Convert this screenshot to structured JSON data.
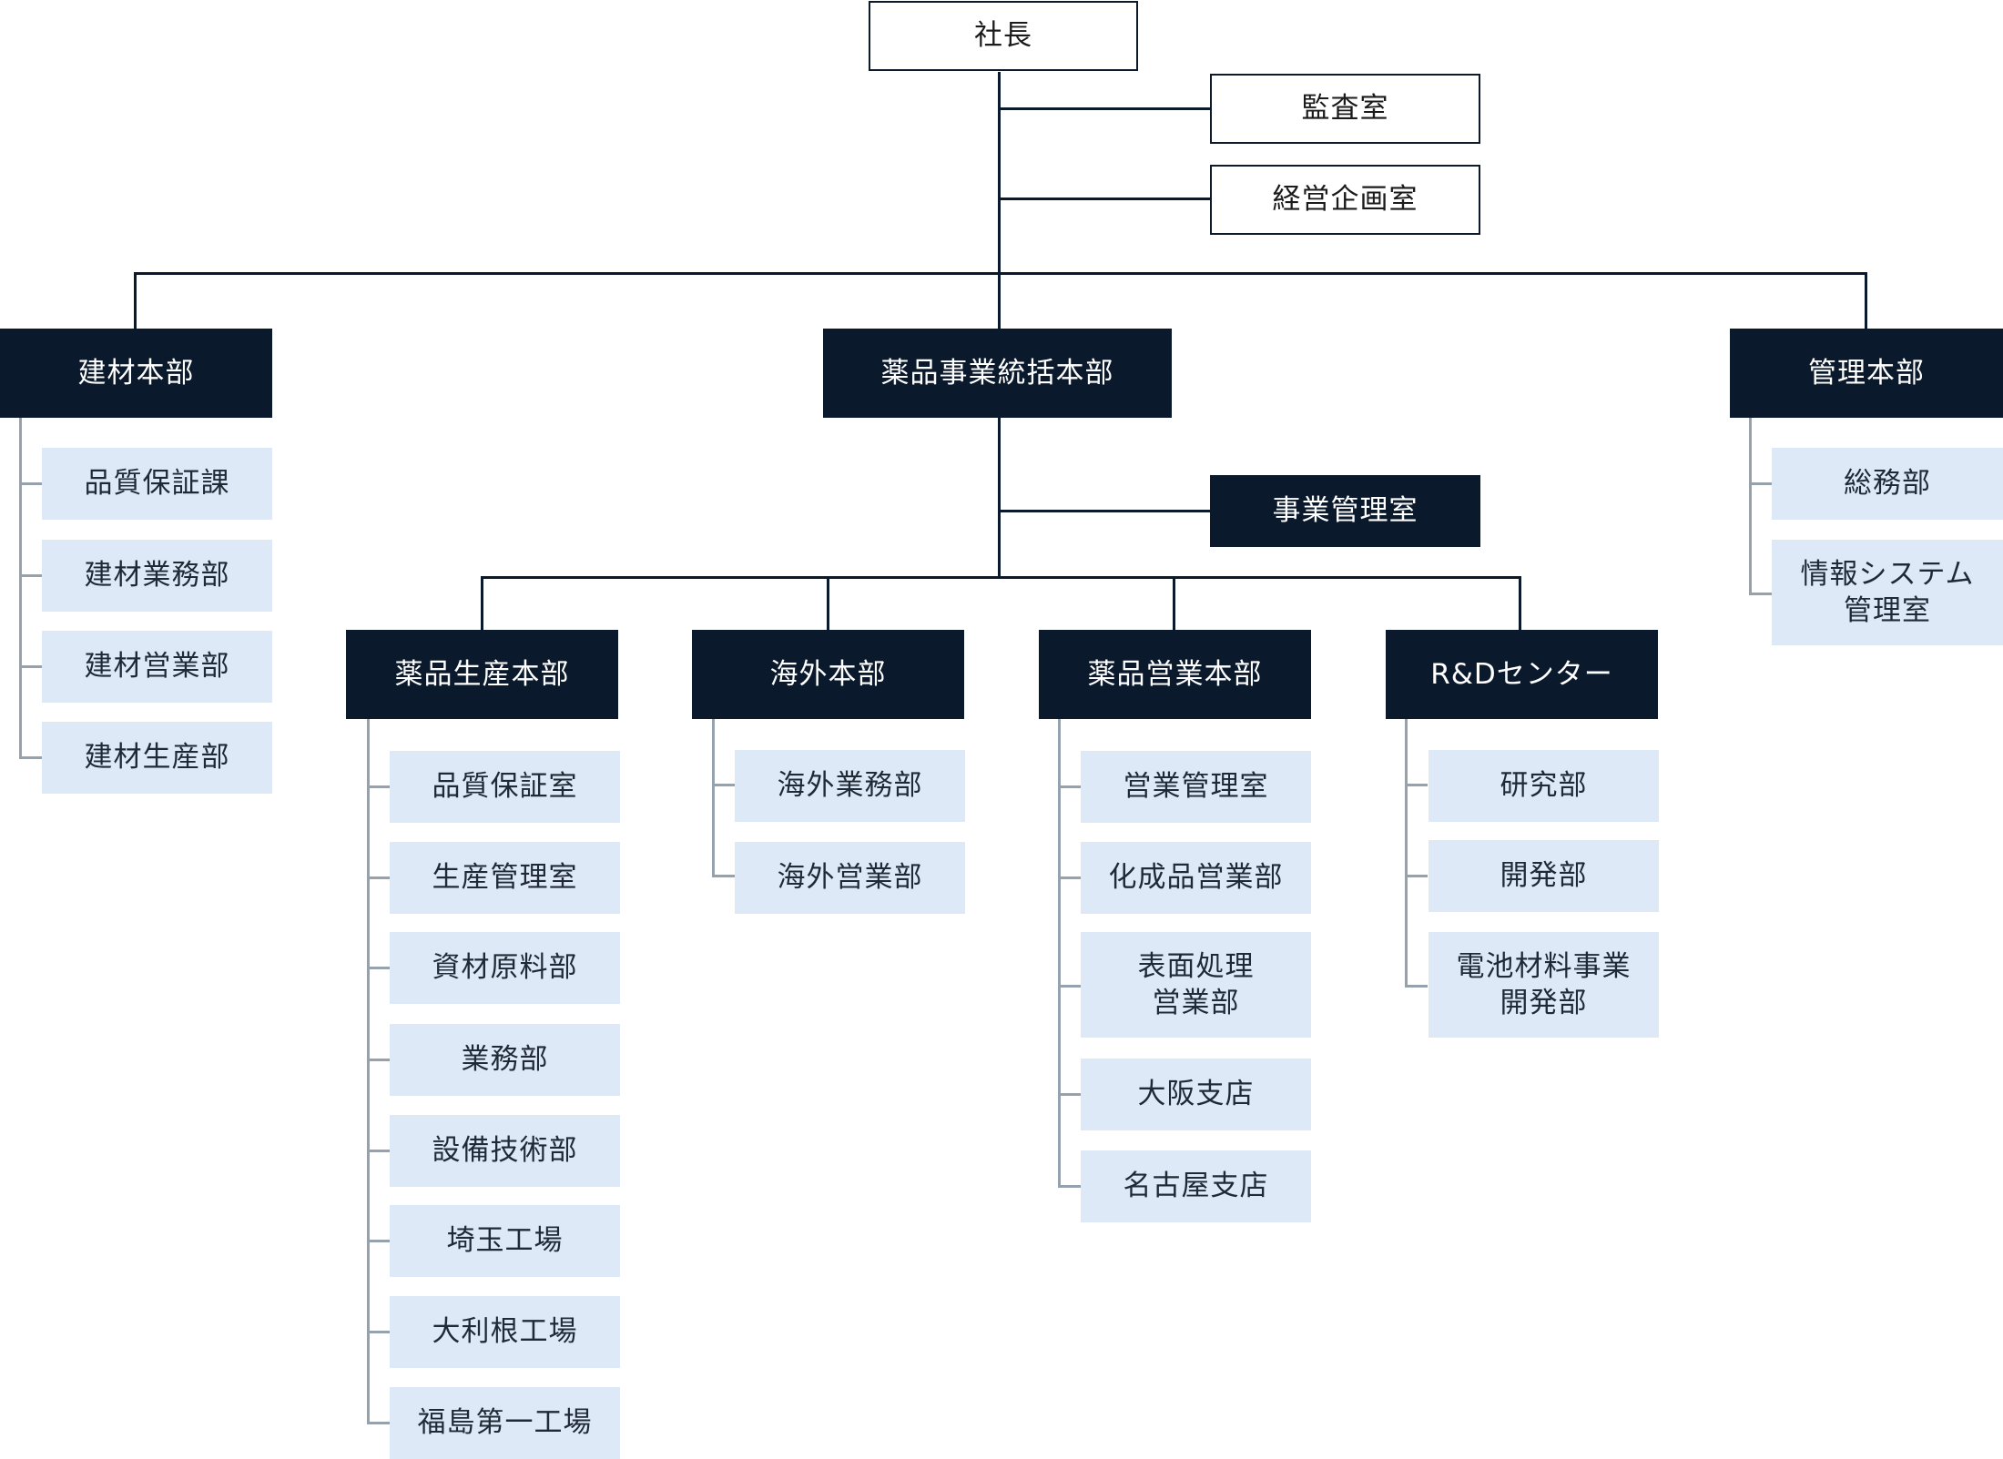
{
  "nodes": [
    {
      "id": "president",
      "label": "社長",
      "style": "outline"
    },
    {
      "id": "audit",
      "label": "監査室",
      "style": "outline"
    },
    {
      "id": "corp-planning",
      "label": "経営企画室",
      "style": "outline"
    },
    {
      "id": "building-hq",
      "label": "建材本部",
      "style": "dark"
    },
    {
      "id": "chem-hq",
      "label": "薬品事業統括本部",
      "style": "dark"
    },
    {
      "id": "admin-hq",
      "label": "管理本部",
      "style": "dark"
    },
    {
      "id": "biz-mgmt",
      "label": "事業管理室",
      "style": "dark"
    },
    {
      "id": "chem-prod-hq",
      "label": "薬品生産本部",
      "style": "dark"
    },
    {
      "id": "overseas-hq",
      "label": "海外本部",
      "style": "dark"
    },
    {
      "id": "chem-sales-hq",
      "label": "薬品営業本部",
      "style": "dark"
    },
    {
      "id": "rd-center",
      "label": "R&Dセンター",
      "style": "dark"
    },
    {
      "id": "b-qa",
      "label": "品質保証課",
      "style": "light"
    },
    {
      "id": "b-ops",
      "label": "建材業務部",
      "style": "light"
    },
    {
      "id": "b-sales",
      "label": "建材営業部",
      "style": "light"
    },
    {
      "id": "b-prod",
      "label": "建材生産部",
      "style": "light"
    },
    {
      "id": "p-qa",
      "label": "品質保証室",
      "style": "light"
    },
    {
      "id": "p-prodmgmt",
      "label": "生産管理室",
      "style": "light"
    },
    {
      "id": "p-materials",
      "label": "資材原料部",
      "style": "light"
    },
    {
      "id": "p-ops",
      "label": "業務部",
      "style": "light"
    },
    {
      "id": "p-equip",
      "label": "設備技術部",
      "style": "light"
    },
    {
      "id": "p-saitama",
      "label": "埼玉工場",
      "style": "light"
    },
    {
      "id": "p-otone",
      "label": "大利根工場",
      "style": "light"
    },
    {
      "id": "p-fukushima",
      "label": "福島第一工場",
      "style": "light"
    },
    {
      "id": "o-ops",
      "label": "海外業務部",
      "style": "light"
    },
    {
      "id": "o-sales",
      "label": "海外営業部",
      "style": "light"
    },
    {
      "id": "s-mgmt",
      "label": "営業管理室",
      "style": "light"
    },
    {
      "id": "s-chem",
      "label": "化成品営業部",
      "style": "light"
    },
    {
      "id": "s-surface",
      "label": "表面処理\n営業部",
      "style": "light"
    },
    {
      "id": "s-osaka",
      "label": "大阪支店",
      "style": "light"
    },
    {
      "id": "s-nagoya",
      "label": "名古屋支店",
      "style": "light"
    },
    {
      "id": "r-research",
      "label": "研究部",
      "style": "light"
    },
    {
      "id": "r-dev",
      "label": "開発部",
      "style": "light"
    },
    {
      "id": "r-battery",
      "label": "電池材料事業\n開発部",
      "style": "light"
    },
    {
      "id": "a-general",
      "label": "総務部",
      "style": "light"
    },
    {
      "id": "a-infosys",
      "label": "情報システム\n管理室",
      "style": "light"
    }
  ],
  "edges": [
    {
      "from": "president",
      "to": "audit"
    },
    {
      "from": "president",
      "to": "corp-planning"
    },
    {
      "from": "president",
      "to": "building-hq"
    },
    {
      "from": "president",
      "to": "chem-hq"
    },
    {
      "from": "president",
      "to": "admin-hq"
    },
    {
      "from": "chem-hq",
      "to": "biz-mgmt"
    },
    {
      "from": "chem-hq",
      "to": "chem-prod-hq"
    },
    {
      "from": "chem-hq",
      "to": "overseas-hq"
    },
    {
      "from": "chem-hq",
      "to": "chem-sales-hq"
    },
    {
      "from": "chem-hq",
      "to": "rd-center"
    },
    {
      "from": "building-hq",
      "to": "b-qa"
    },
    {
      "from": "building-hq",
      "to": "b-ops"
    },
    {
      "from": "building-hq",
      "to": "b-sales"
    },
    {
      "from": "building-hq",
      "to": "b-prod"
    },
    {
      "from": "chem-prod-hq",
      "to": "p-qa"
    },
    {
      "from": "chem-prod-hq",
      "to": "p-prodmgmt"
    },
    {
      "from": "chem-prod-hq",
      "to": "p-materials"
    },
    {
      "from": "chem-prod-hq",
      "to": "p-ops"
    },
    {
      "from": "chem-prod-hq",
      "to": "p-equip"
    },
    {
      "from": "chem-prod-hq",
      "to": "p-saitama"
    },
    {
      "from": "chem-prod-hq",
      "to": "p-otone"
    },
    {
      "from": "chem-prod-hq",
      "to": "p-fukushima"
    },
    {
      "from": "overseas-hq",
      "to": "o-ops"
    },
    {
      "from": "overseas-hq",
      "to": "o-sales"
    },
    {
      "from": "chem-sales-hq",
      "to": "s-mgmt"
    },
    {
      "from": "chem-sales-hq",
      "to": "s-chem"
    },
    {
      "from": "chem-sales-hq",
      "to": "s-surface"
    },
    {
      "from": "chem-sales-hq",
      "to": "s-osaka"
    },
    {
      "from": "chem-sales-hq",
      "to": "s-nagoya"
    },
    {
      "from": "rd-center",
      "to": "r-research"
    },
    {
      "from": "rd-center",
      "to": "r-dev"
    },
    {
      "from": "rd-center",
      "to": "r-battery"
    },
    {
      "from": "admin-hq",
      "to": "a-general"
    },
    {
      "from": "admin-hq",
      "to": "a-infosys"
    }
  ]
}
